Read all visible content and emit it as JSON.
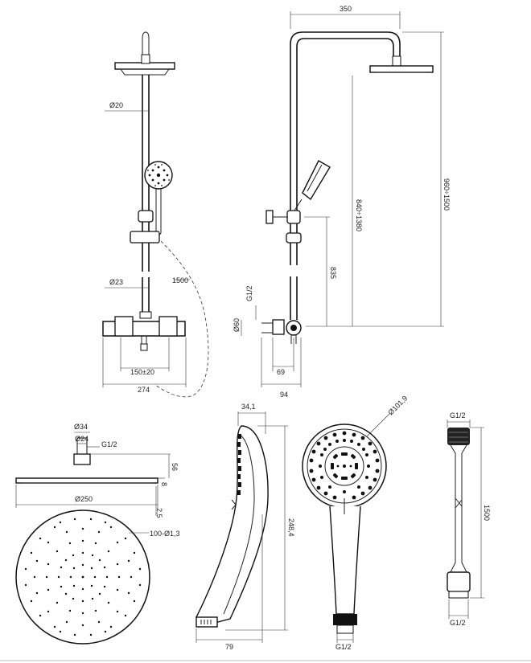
{
  "dimensions": {
    "front_pipe_diameter": "Ø20",
    "front_lower_pipe_diameter": "Ø23",
    "hose_length": "1500",
    "valve_center_distance": "150±20",
    "valve_total_width": "274",
    "arm_reach": "350",
    "total_height": "960÷1500",
    "head_height": "840÷1380",
    "holder_height": "835",
    "inlet_thread": "G1/2",
    "valve_diameter": "Ø60",
    "valve_depth": "69",
    "valve_total_depth": "94",
    "head_connector_outer": "Ø34",
    "head_connector_inner": "Ø24",
    "head_connector_thread": "G1/2",
    "head_connector_height": "56",
    "head_plate_thickness": "8",
    "head_edge_thickness": "2,5",
    "head_diameter": "Ø250",
    "nozzles": "100-Ø1,3",
    "handshower_thickness": "34,1",
    "handshower_length": "248,4",
    "handshower_width": "79",
    "handshower_face_diameter": "Ø101,9",
    "handshower_thread": "G1/2",
    "hose_top_thread": "G1/2",
    "hose_bottom_thread": "G1/2",
    "hose_total_length": "1500"
  }
}
